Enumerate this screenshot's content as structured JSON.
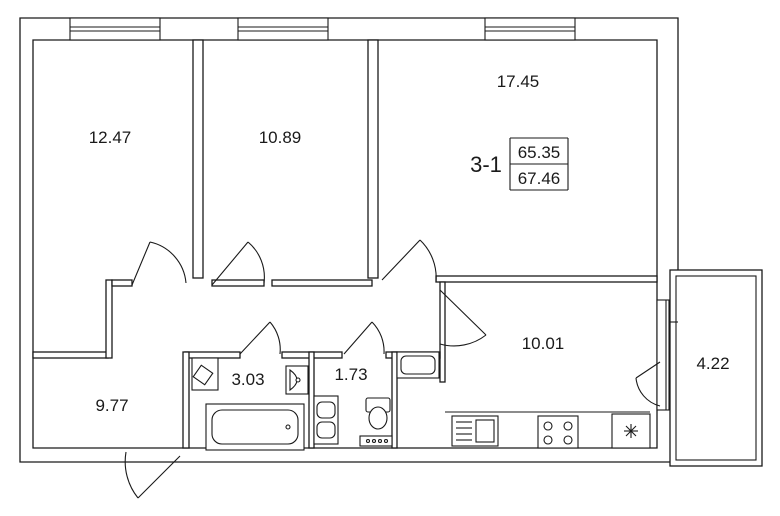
{
  "apartment": {
    "code": "3-1",
    "living_area": "65.35",
    "total_area": "67.46"
  },
  "rooms": [
    {
      "id": "bedroom-left",
      "area": "12.47"
    },
    {
      "id": "bedroom-middle",
      "area": "10.89"
    },
    {
      "id": "living-room",
      "area": "17.45"
    },
    {
      "id": "kitchen",
      "area": "10.01"
    },
    {
      "id": "balcony",
      "area": "4.22"
    },
    {
      "id": "hallway",
      "area": "9.77"
    },
    {
      "id": "bathroom",
      "area": "3.03"
    },
    {
      "id": "toilet",
      "area": "1.73"
    }
  ],
  "colors": {
    "line": "#1a1a1a",
    "background": "#ffffff"
  }
}
